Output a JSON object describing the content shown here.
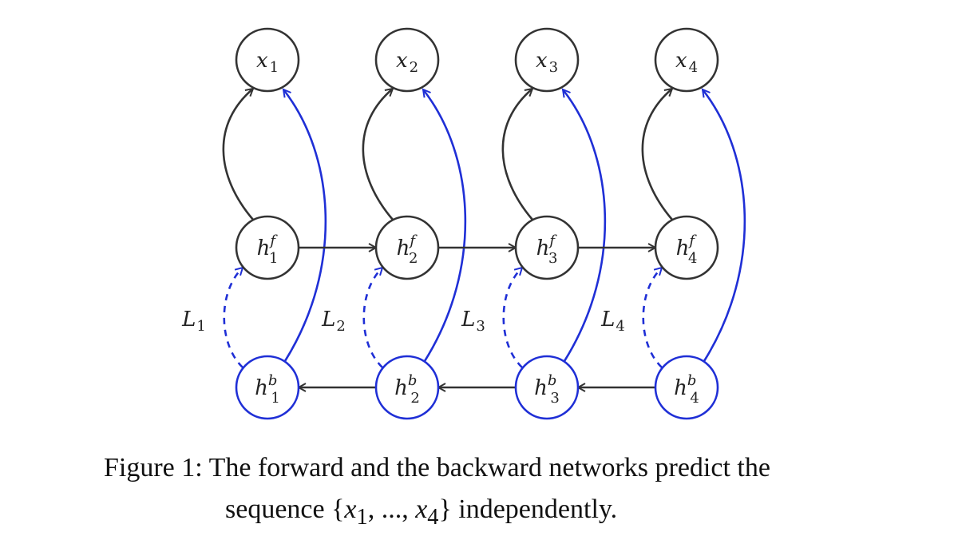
{
  "diagram": {
    "colors": {
      "forward": "#333333",
      "backward": "#1f2fd6",
      "loss": "#1f2fd6"
    },
    "inputs": [
      {
        "var": "x",
        "sub": "1"
      },
      {
        "var": "x",
        "sub": "2"
      },
      {
        "var": "x",
        "sub": "3"
      },
      {
        "var": "x",
        "sub": "4"
      }
    ],
    "forward_states": [
      {
        "var": "h",
        "sup": "f",
        "sub": "1"
      },
      {
        "var": "h",
        "sup": "f",
        "sub": "2"
      },
      {
        "var": "h",
        "sup": "f",
        "sub": "3"
      },
      {
        "var": "h",
        "sup": "f",
        "sub": "4"
      }
    ],
    "backward_states": [
      {
        "var": "h",
        "sup": "b",
        "sub": "1"
      },
      {
        "var": "h",
        "sup": "b",
        "sub": "2"
      },
      {
        "var": "h",
        "sup": "b",
        "sub": "3"
      },
      {
        "var": "h",
        "sup": "b",
        "sub": "4"
      }
    ],
    "losses": [
      {
        "var": "L",
        "sub": "1"
      },
      {
        "var": "L",
        "sub": "2"
      },
      {
        "var": "L",
        "sub": "3"
      },
      {
        "var": "L",
        "sub": "4"
      }
    ]
  },
  "caption": {
    "label": "Figure 1:",
    "line1": "The forward and the backward networks predict the",
    "line2_prefix": "sequence {",
    "line2_x1_var": "x",
    "line2_x1_sub": "1",
    "line2_mid": ", ..., ",
    "line2_x4_var": "x",
    "line2_x4_sub": "4",
    "line2_suffix": "} independently."
  }
}
